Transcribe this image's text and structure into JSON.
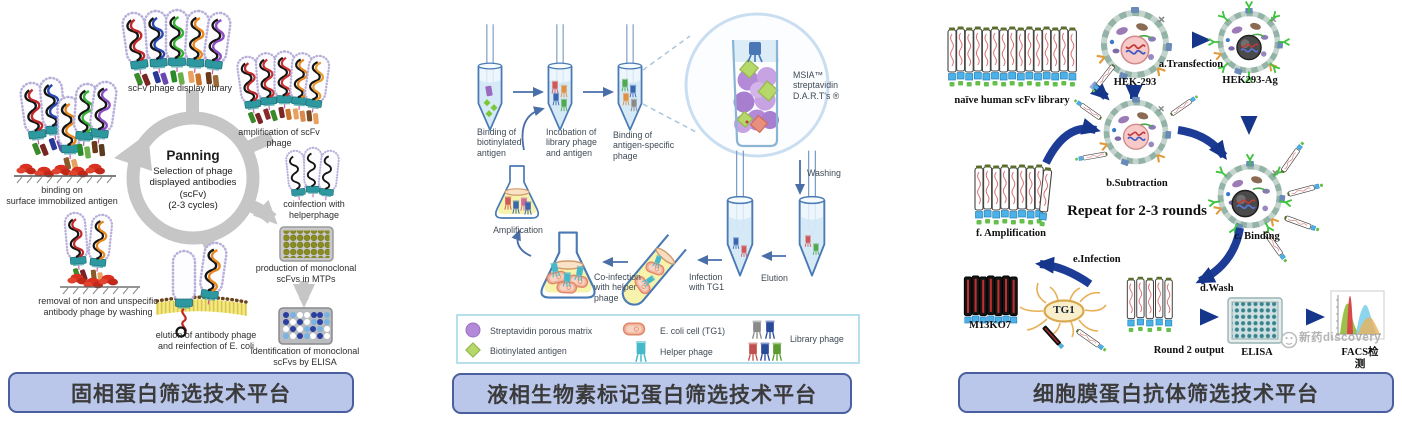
{
  "panel1": {
    "title": "固相蛋白筛选技术平台",
    "panning_title": "Panning",
    "panning_sub": "Selection of phage\ndisplayed antibodies\n(scFv)\n(2-3 cycles)",
    "labels": {
      "library": "scFv phage display library",
      "amplification": "amplification of scFv\nphage",
      "coinfection": "coinfection with\nhelperphage",
      "binding": "binding on\nsurface immobilized antigen",
      "removal": "removal of non and unspecific\nantibody phage by washing",
      "elution": "elution of antibody phage\nand reinfection of E. coli",
      "production": "production of monoclonal\nscFvs in MTPs",
      "identification": "identification of monoclonal\nscFvs by ELISA"
    }
  },
  "panel2": {
    "title": "液相生物素标记蛋白筛选技术平台",
    "steps": {
      "binding_biotin": "Binding of\nbiotinylated\nantigen",
      "incubation": "Incubation of\nlibrary phage\nand antigen",
      "binding_specific": "Binding of\nantigen-specific\nphage",
      "washing": "Washing",
      "elution": "Elution",
      "infection": "Infection\nwith TG1",
      "coinfection": "Co-infection\nwith helper\nphage",
      "amplification": "Amplification"
    },
    "magnifier_label": "MSIA™\nstreptavidin\nD.A.R.T's ®",
    "legend": [
      {
        "icon": "streptavidin-matrix-icon",
        "label": "Streptavidin porous  matrix"
      },
      {
        "icon": "biotinylated-antigen-icon",
        "label": "Biotinylated antigen"
      },
      {
        "icon": "ecoli-cell-icon",
        "label": "E. coli cell (TG1)"
      },
      {
        "icon": "helper-phage-icon",
        "label": "Helper phage"
      },
      {
        "icon": "library-phage-icon",
        "label": "Library phage"
      }
    ]
  },
  "panel3": {
    "title": "细胞膜蛋白抗体筛选技术平台",
    "labels": {
      "library": "naïve human scFv library",
      "hek293": "HEK-293",
      "transfection": "a.Transfection",
      "hek293ag": "HEK293-Ag",
      "subtraction": "b.Subtraction",
      "repeat": "Repeat for 2-3 rounds",
      "binding": "c. Binding",
      "wash": "d.Wash",
      "infection": "e.Infection",
      "amplification": "f. Amplification",
      "m13ko7": "M13KO7",
      "tg1": "TG1",
      "round2": "Round 2 output",
      "elisa": "ELISA",
      "facs": "FACS检测"
    },
    "watermark": "新药discovery"
  }
}
